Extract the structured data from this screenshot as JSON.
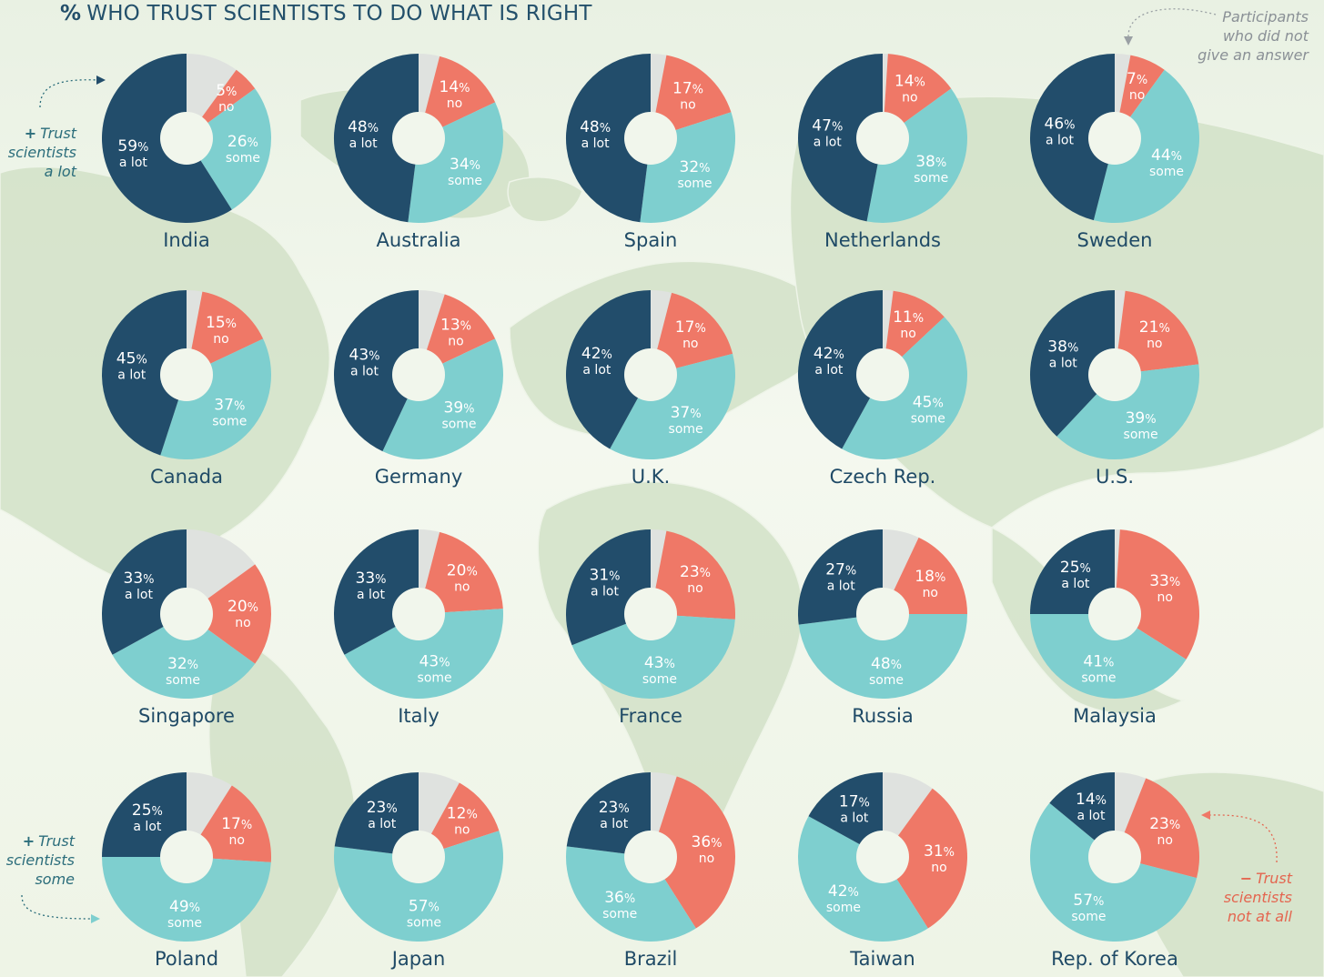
{
  "title": {
    "symbol": "%",
    "text": "WHO TRUST SCIENTISTS TO DO WHAT IS RIGHT"
  },
  "colors": {
    "a_lot": "#224d6b",
    "some": "#7ecfcf",
    "no": "#ef7867",
    "no_answer": "#dfe2df",
    "label_light": "#ffffff",
    "label_dark_text": "#ffffff"
  },
  "annotations": {
    "a_lot": {
      "symbol": "+",
      "lines": [
        "Trust",
        "scientists",
        "a lot"
      ]
    },
    "some": {
      "symbol": "+",
      "lines": [
        "Trust",
        "scientists",
        "some"
      ]
    },
    "not_at_all": {
      "symbol": "−",
      "lines": [
        "Trust",
        "scientists",
        "not at all"
      ]
    },
    "no_answer": {
      "lines": [
        "Participants",
        "who did not",
        "give an answer"
      ]
    }
  },
  "segment_words": {
    "a_lot": "a lot",
    "some": "some",
    "no": "no"
  },
  "chart_data": {
    "type": "pie",
    "title": "% WHO TRUST SCIENTISTS TO DO WHAT IS RIGHT",
    "segments": [
      "a lot",
      "some",
      "no",
      "no answer"
    ],
    "countries": [
      {
        "name": "India",
        "a_lot": 59,
        "some": 26,
        "no": 5
      },
      {
        "name": "Australia",
        "a_lot": 48,
        "some": 34,
        "no": 14
      },
      {
        "name": "Spain",
        "a_lot": 48,
        "some": 32,
        "no": 17
      },
      {
        "name": "Netherlands",
        "a_lot": 47,
        "some": 38,
        "no": 14
      },
      {
        "name": "Sweden",
        "a_lot": 46,
        "some": 44,
        "no": 7
      },
      {
        "name": "Canada",
        "a_lot": 45,
        "some": 37,
        "no": 15
      },
      {
        "name": "Germany",
        "a_lot": 43,
        "some": 39,
        "no": 13
      },
      {
        "name": "U.K.",
        "a_lot": 42,
        "some": 37,
        "no": 17
      },
      {
        "name": "Czech Rep.",
        "a_lot": 42,
        "some": 45,
        "no": 11
      },
      {
        "name": "U.S.",
        "a_lot": 38,
        "some": 39,
        "no": 21
      },
      {
        "name": "Singapore",
        "a_lot": 33,
        "some": 32,
        "no": 20
      },
      {
        "name": "Italy",
        "a_lot": 33,
        "some": 43,
        "no": 20
      },
      {
        "name": "France",
        "a_lot": 31,
        "some": 43,
        "no": 23
      },
      {
        "name": "Russia",
        "a_lot": 27,
        "some": 48,
        "no": 18
      },
      {
        "name": "Malaysia",
        "a_lot": 25,
        "some": 41,
        "no": 33
      },
      {
        "name": "Poland",
        "a_lot": 25,
        "some": 49,
        "no": 17
      },
      {
        "name": "Japan",
        "a_lot": 23,
        "some": 57,
        "no": 12
      },
      {
        "name": "Brazil",
        "a_lot": 23,
        "some": 36,
        "no": 36
      },
      {
        "name": "Taiwan",
        "a_lot": 17,
        "some": 42,
        "no": 31
      },
      {
        "name": "Rep. of Korea",
        "a_lot": 14,
        "some": 57,
        "no": 23
      }
    ]
  }
}
